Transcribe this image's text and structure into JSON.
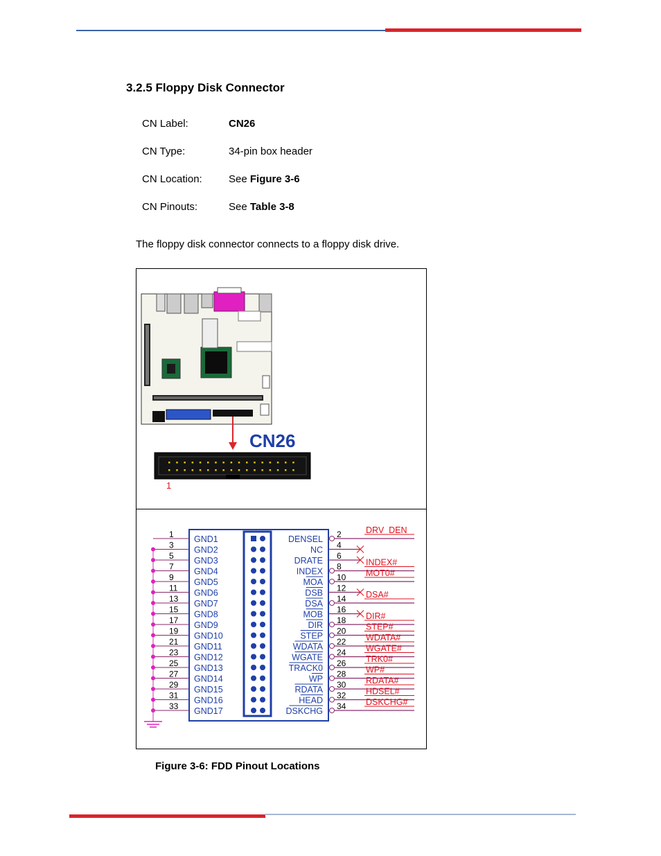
{
  "section": {
    "heading": "3.2.5 Floppy Disk Connector"
  },
  "specs": [
    {
      "label": "CN Label:",
      "prefix": "",
      "value": "CN26"
    },
    {
      "label": "CN Type:",
      "prefix": "34-pin box header",
      "value": ""
    },
    {
      "label": "CN Location:",
      "prefix": "See ",
      "value": "Figure 3-6"
    },
    {
      "label": "CN Pinouts:",
      "prefix": "See ",
      "value": "Table 3-8"
    }
  ],
  "intro": "The floppy disk connector connects to a floppy disk drive.",
  "figure": {
    "connector_label": "CN26",
    "pin1_label": "1",
    "caption": "Figure 3-6: FDD Pinout Locations",
    "odd_pins": [
      "1",
      "3",
      "5",
      "7",
      "9",
      "11",
      "13",
      "15",
      "17",
      "19",
      "21",
      "23",
      "25",
      "27",
      "29",
      "31",
      "33"
    ],
    "odd_signals": [
      "GND1",
      "GND2",
      "GND3",
      "GND4",
      "GND5",
      "GND6",
      "GND7",
      "GND8",
      "GND9",
      "GND10",
      "GND11",
      "GND12",
      "GND13",
      "GND14",
      "GND15",
      "GND16",
      "GND17"
    ],
    "even_pins": [
      "2",
      "4",
      "6",
      "8",
      "10",
      "12",
      "14",
      "16",
      "18",
      "20",
      "22",
      "24",
      "26",
      "28",
      "30",
      "32",
      "34"
    ],
    "even_signals": [
      "DENSEL",
      "NC",
      "DRATE",
      "INDEX",
      "MOA",
      "DSB",
      "DSA",
      "MOB",
      "DIR",
      "STEP",
      "WDATA",
      "WGATE",
      "TRACK0",
      "WP",
      "RDATA",
      "HEAD",
      "DSKCHG"
    ],
    "net_names": [
      "DRV_DEN",
      "",
      "",
      "INDEX#",
      "MOT0#",
      "",
      "DSA#",
      "",
      "DIR#",
      "STEP#",
      "WDATA#",
      "WGATE#",
      "TRK0#",
      "WP#",
      "RDATA#",
      "HDSEL#",
      "DSKCHG#"
    ]
  },
  "colors": {
    "accent_red": "#d9252b",
    "accent_blue": "#3a62a8",
    "schematic_blue": "#1f3fa8",
    "net_red": "#e0101c",
    "dot_magenta": "#e020c0"
  }
}
